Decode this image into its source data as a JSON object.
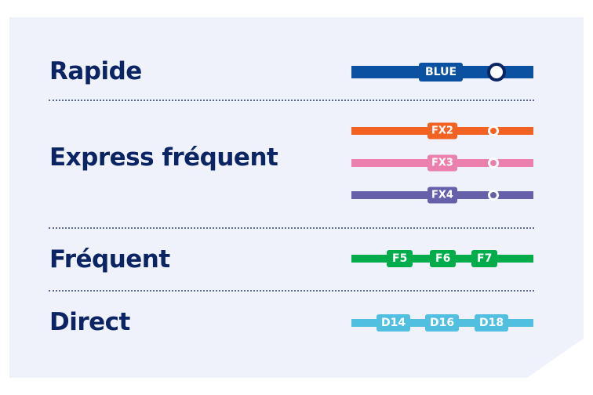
{
  "legend": {
    "categories": [
      {
        "label": "Rapide",
        "lines": [
          {
            "name": "BLUE",
            "color": "#0a52a1",
            "stop_icon": "station-circle-icon",
            "stop_border": "#0b2463"
          }
        ]
      },
      {
        "label": "Express fréquent",
        "lines": [
          {
            "name": "FX2",
            "color": "#f26323",
            "stop_icon": "station-circle-icon"
          },
          {
            "name": "FX3",
            "color": "#ea80ab",
            "stop_icon": "station-circle-icon"
          },
          {
            "name": "FX4",
            "color": "#6660ab",
            "stop_icon": "station-circle-icon"
          }
        ]
      },
      {
        "label": "Fréquent",
        "lines": [
          {
            "names": [
              "F5",
              "F6",
              "F7"
            ],
            "color": "#00ad4a"
          }
        ]
      },
      {
        "label": "Direct",
        "lines": [
          {
            "names": [
              "D14",
              "D16",
              "D18"
            ],
            "color": "#50bfe0"
          }
        ]
      }
    ]
  }
}
